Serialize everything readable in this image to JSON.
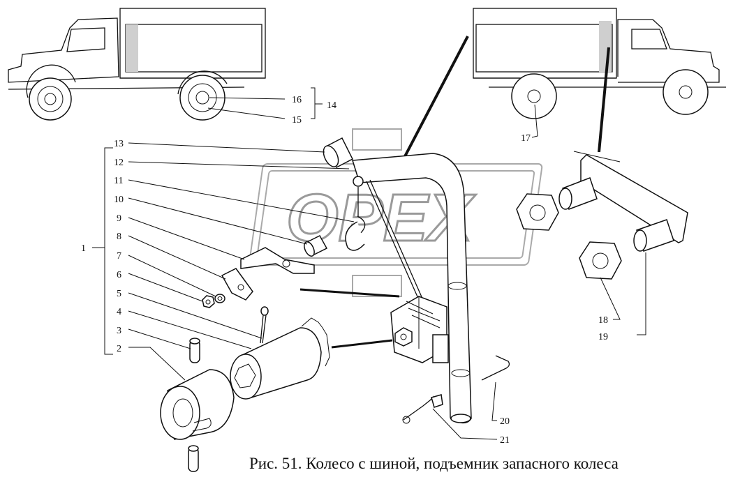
{
  "caption": "Рис. 51. Колесо с шиной, подъемник запасного колеса",
  "watermark": "OPEX",
  "labels": {
    "n1": "1",
    "n2": "2",
    "n3": "3",
    "n4": "4",
    "n5": "5",
    "n6": "6",
    "n7": "7",
    "n8": "8",
    "n9": "9",
    "n10": "10",
    "n11": "11",
    "n12": "12",
    "n13": "13",
    "n14": "14",
    "n15": "15",
    "n16": "16",
    "n17": "17",
    "n18": "18",
    "n19": "19",
    "n20": "20",
    "n21": "21"
  }
}
